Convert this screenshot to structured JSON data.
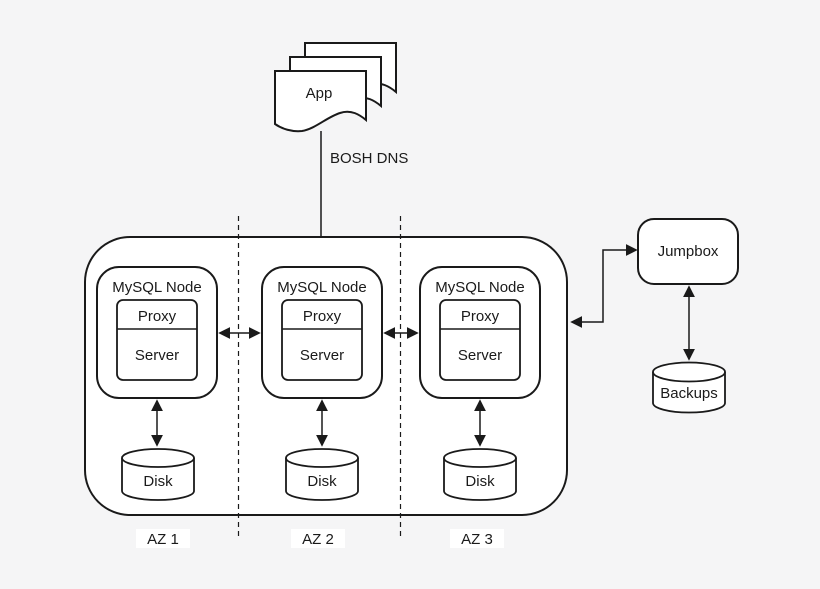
{
  "colors": {
    "background": "#f5f5f6",
    "shape_fill": "#ffffff",
    "line": "#1a1a1a"
  },
  "app_stack": {
    "label": "App"
  },
  "dns": {
    "label": "BOSH DNS"
  },
  "cluster": {
    "zones": [
      {
        "az": "AZ 1",
        "node": "MySQL Node",
        "proxy": "Proxy",
        "server": "Server",
        "disk": "Disk"
      },
      {
        "az": "AZ 2",
        "node": "MySQL Node",
        "proxy": "Proxy",
        "server": "Server",
        "disk": "Disk"
      },
      {
        "az": "AZ 3",
        "node": "MySQL Node",
        "proxy": "Proxy",
        "server": "Server",
        "disk": "Disk"
      }
    ]
  },
  "jumpbox": {
    "label": "Jumpbox"
  },
  "backups": {
    "label": "Backups"
  }
}
